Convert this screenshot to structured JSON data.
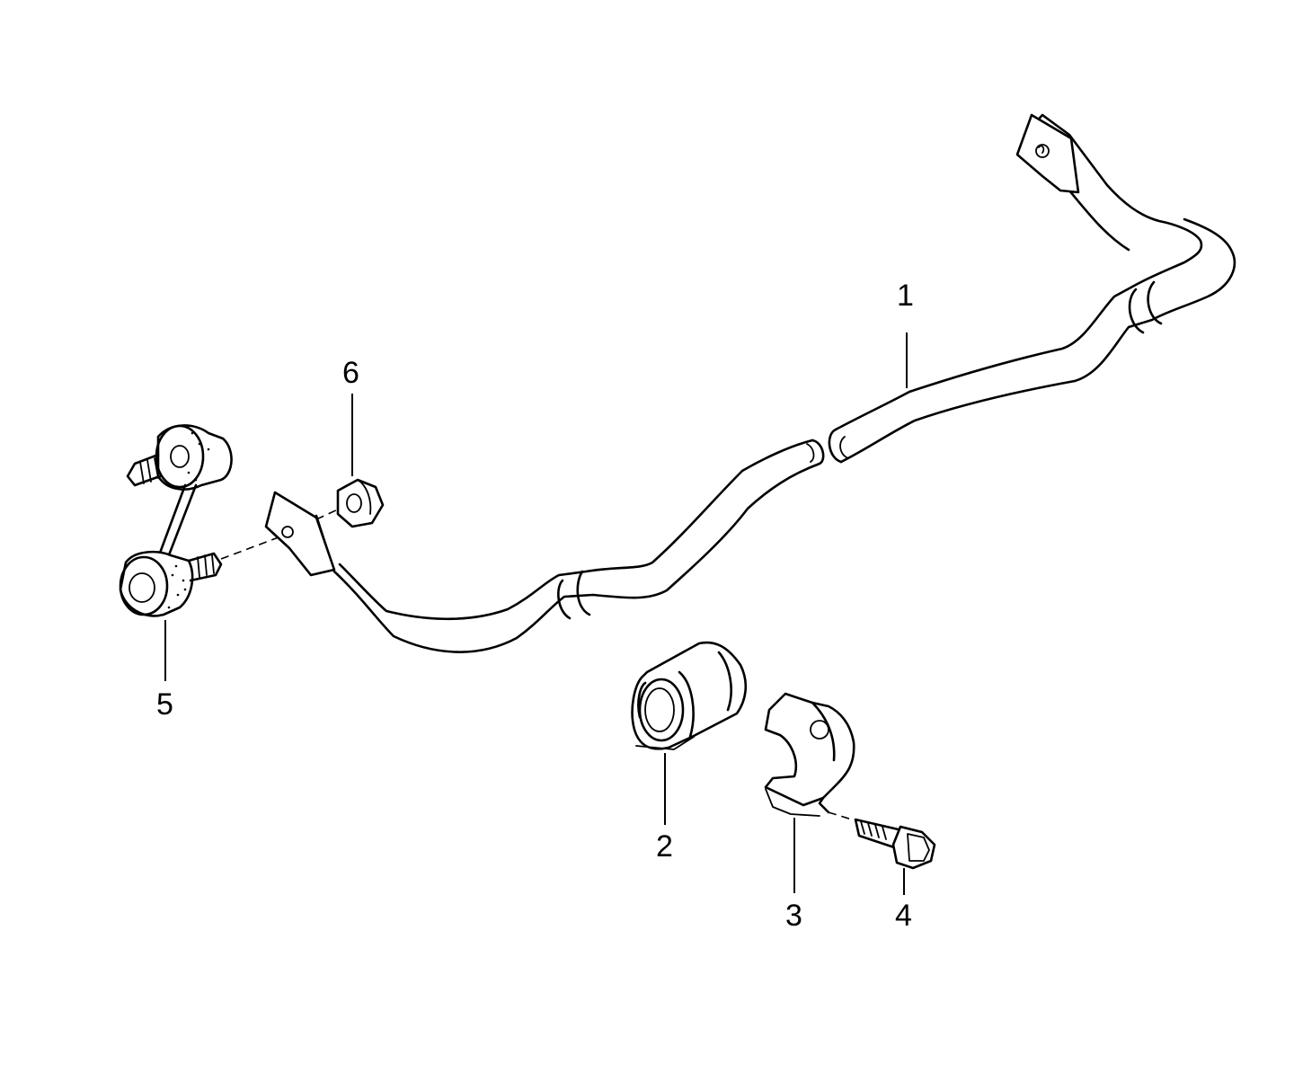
{
  "callouts": [
    {
      "id": "1",
      "label": "1",
      "part": "stabilizer-bar"
    },
    {
      "id": "2",
      "label": "2",
      "part": "rubber-bushing"
    },
    {
      "id": "3",
      "label": "3",
      "part": "bushing-bracket"
    },
    {
      "id": "4",
      "label": "4",
      "part": "hex-bolt"
    },
    {
      "id": "5",
      "label": "5",
      "part": "stabilizer-link"
    },
    {
      "id": "6",
      "label": "6",
      "part": "hex-nut"
    }
  ],
  "colors": {
    "ink": "#000000",
    "paper": "#ffffff"
  }
}
